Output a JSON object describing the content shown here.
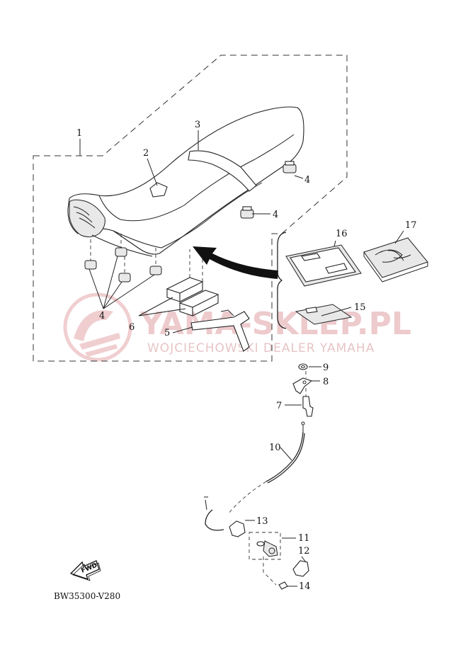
{
  "callouts": {
    "n1": "1",
    "n2": "2",
    "n3": "3",
    "n4a": "4",
    "n4b": "4",
    "n4c": "4",
    "n5": "5",
    "n6": "6",
    "n7": "7",
    "n8": "8",
    "n9": "9",
    "n10": "10",
    "n11": "11",
    "n12": "12",
    "n13": "13",
    "n14": "14",
    "n15": "15",
    "n16": "16",
    "n17": "17"
  },
  "diagram_code": "BW35300-V280",
  "fwd_label": "FWD",
  "watermark": {
    "brand": "YAMA-SKLEP.PL",
    "dealer": "WOJCIECHOWSKI DEALER YAMAHA",
    "color": "#e8b9bc"
  },
  "icons": [
    "fwd-arrow-icon",
    "watermark-logo-icon"
  ]
}
